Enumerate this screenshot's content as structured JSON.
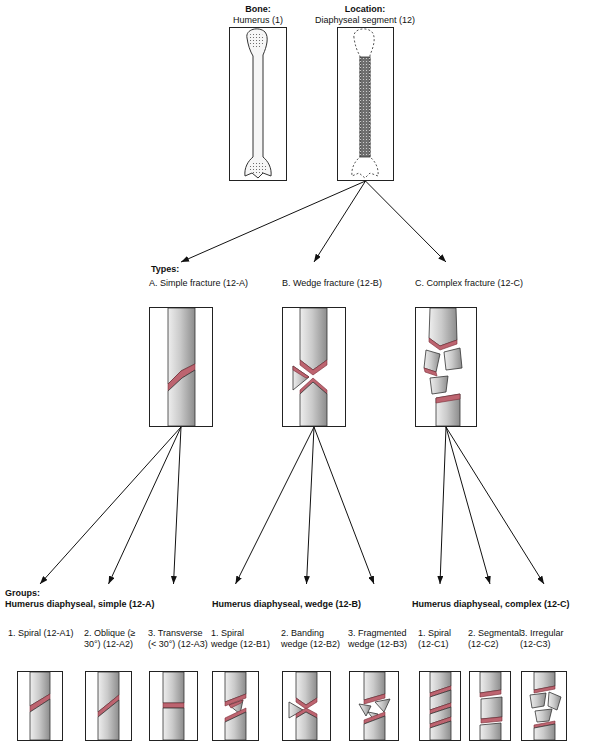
{
  "diagram": {
    "nodes": [
      {
        "text": [
          "Bone:",
          "Humerus (1)"
        ]
      },
      {
        "text": [
          "Location:",
          "Diaphyseal segment (12)"
        ]
      },
      {
        "text": [
          "A. Simple fracture (12-A)"
        ]
      },
      {
        "text": [
          "B. Wedge fracture (12-B)"
        ]
      },
      {
        "text": [
          "C. Complex fracture (12-C)"
        ]
      },
      {
        "text": [
          "1. Spiral (12-A1)"
        ]
      },
      {
        "text": [
          "2. Oblique (≥ 30°) (12-A2)"
        ]
      },
      {
        "text": [
          "3. Transverse (< 30°) (12-A3)"
        ]
      },
      {
        "text": [
          "1. Spiral wedge (12-B1)"
        ]
      },
      {
        "text": [
          "2. Banding wedge (12-B2)"
        ]
      },
      {
        "text": [
          "3. Fragmented wedge (12-B3)"
        ]
      },
      {
        "text": [
          "1. Spiral (12-C1)"
        ]
      },
      {
        "text": [
          "2. Segmental (12-C2)"
        ]
      },
      {
        "text": [
          "3. Irregular (12-C3)"
        ]
      }
    ],
    "edges": [
      {
        "from": 1,
        "to": 2,
        "arrow": "to"
      },
      {
        "from": 1,
        "to": 3,
        "arrow": "to"
      },
      {
        "from": 1,
        "to": 4,
        "arrow": "to"
      },
      {
        "from": 2,
        "to": 5,
        "arrow": "to"
      },
      {
        "from": 2,
        "to": 6,
        "arrow": "to"
      },
      {
        "from": 2,
        "to": 7,
        "arrow": "to"
      },
      {
        "from": 3,
        "to": 8,
        "arrow": "to"
      },
      {
        "from": 3,
        "to": 9,
        "arrow": "to"
      },
      {
        "from": 3,
        "to": 10,
        "arrow": "to"
      },
      {
        "from": 4,
        "to": 11,
        "arrow": "to"
      },
      {
        "from": 4,
        "to": 12,
        "arrow": "to"
      },
      {
        "from": 4,
        "to": 13,
        "arrow": "to"
      }
    ],
    "labels": [
      "Types:",
      "Groups:",
      "Humerus diaphyseal, simple (12-A)",
      "Humerus diaphyseal, wedge (12-B)",
      "Humerus diaphyseal, complex (12-C)"
    ]
  }
}
